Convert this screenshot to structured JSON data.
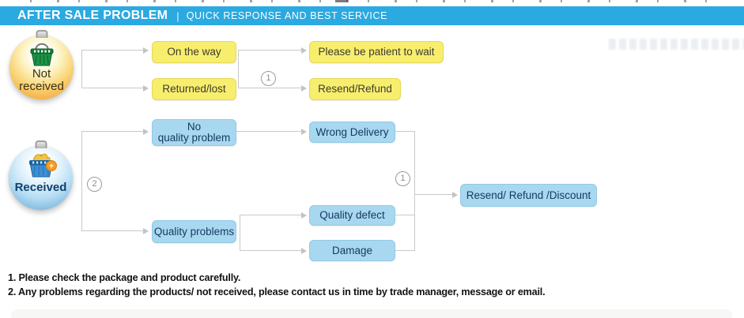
{
  "header": {
    "title": "AFTER SALE PROBLEM",
    "separator": "|",
    "subtitle": "QUICK RESPONSE AND BEST SERVICE"
  },
  "sources": {
    "not_received": {
      "line1": "Not",
      "line2": "received",
      "icon": "green-shopping-basket-icon"
    },
    "received": {
      "label": "Received",
      "icon": "blue-shopping-basket-icon"
    }
  },
  "boxes": {
    "on_the_way": "On the way",
    "returned_lost": "Returned/lost",
    "patient": "Please be patient to wait",
    "resend_refund": "Resend/Refund",
    "no_quality": {
      "line1": "No",
      "line2": "quality problem"
    },
    "quality_problems": "Quality problems",
    "wrong_delivery": "Wrong Delivery",
    "quality_defect": "Quality defect",
    "damage": "Damage",
    "resend_refund_discount": "Resend/ Refund /Discount"
  },
  "markers": {
    "top": "1",
    "left": "2",
    "right": "1"
  },
  "notes": {
    "line1": "1. Please check the package and product carefully.",
    "line2": "2. Any problems regarding the products/ not received, please contact us in time by trade manager, message or email."
  },
  "colors": {
    "header_blue": "#2BA9E1",
    "box_yellow": "#F8EE6E",
    "box_blue": "#A7D8F0",
    "connector_gray": "#C9C9C9",
    "ball_orange": "#F3AB3E",
    "ball_blue": "#7FB9E0"
  }
}
